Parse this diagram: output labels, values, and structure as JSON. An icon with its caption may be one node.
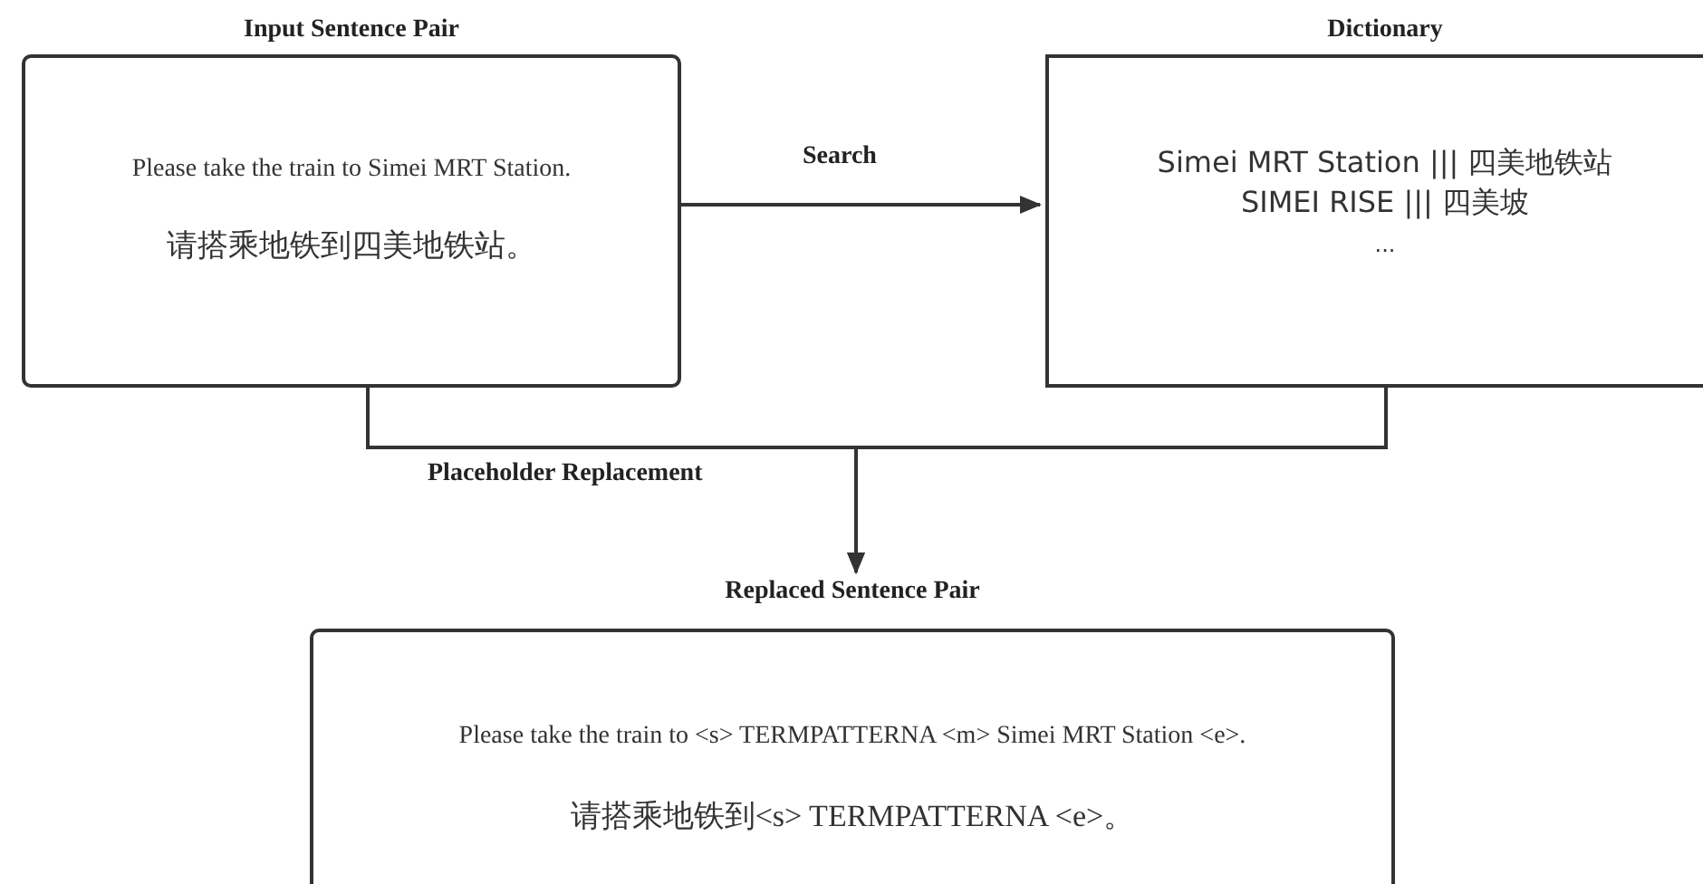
{
  "diagram": {
    "nodes": [
      {
        "text": [
          "Input Sentence Pair",
          "Please take the train to Simei MRT Station.",
          "请搭乘地铁到四美地铁站。"
        ]
      },
      {
        "text": [
          "Dictionary",
          "Simei MRT Station ||| 四美地铁站",
          "SIMEI RISE ||| 四美坡",
          "..."
        ]
      },
      {
        "text": [
          "Replaced Sentence Pair",
          "Please take the train to <s> TERMPATTERNA <m> Simei MRT Station <e>.",
          "请搭乘地铁到<s> TERMPATTERNA <e>。"
        ]
      }
    ],
    "edges": [
      {
        "from": 0,
        "to": 1,
        "arrow": "to",
        "label": "Search"
      },
      {
        "from": 0,
        "to": 2,
        "arrow": "to",
        "label": "Placeholder Replacement"
      },
      {
        "from": 1,
        "to": 2,
        "arrow": "to"
      }
    ]
  }
}
